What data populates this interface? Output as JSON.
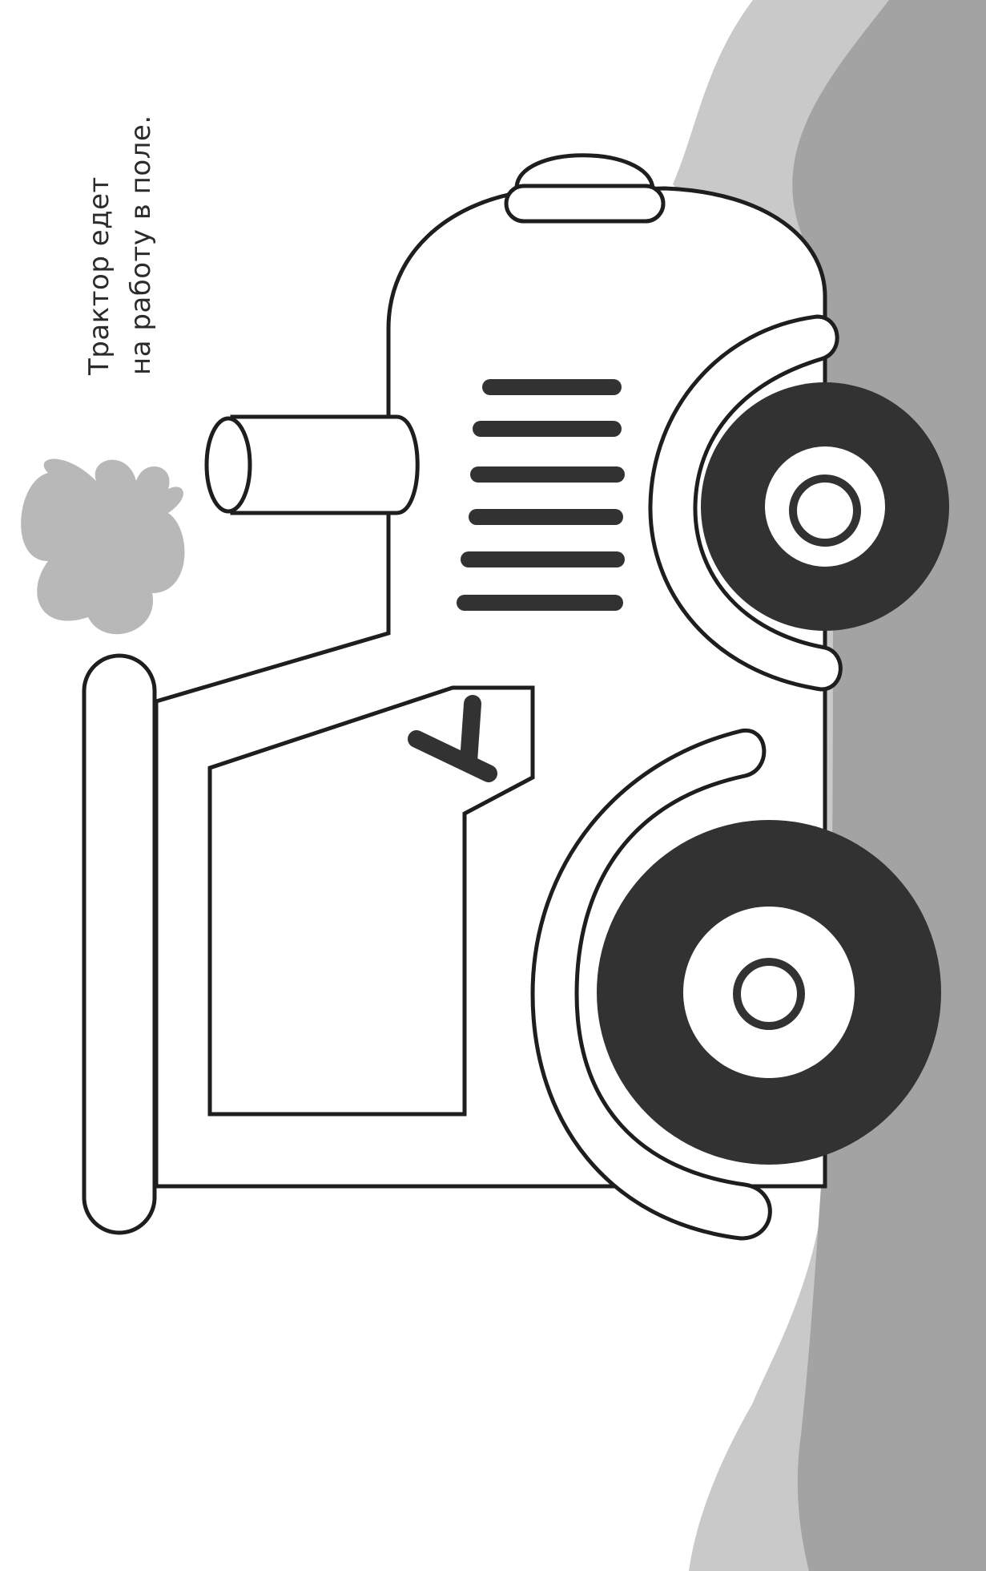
{
  "caption": {
    "line1": "Трактор едет",
    "line2": "на работу в поле."
  },
  "colors": {
    "outline": "#1e1e1e",
    "wheel": "#323232",
    "ground_light": "#c9c9c9",
    "ground_dark": "#a3a3a3",
    "smoke": "#b8b8b8",
    "paper": "#ffffff"
  },
  "illustration": {
    "subject": "tractor-coloring-page",
    "icons": [
      "tractor",
      "smoke-puff",
      "wheel",
      "exhaust-pipe",
      "steering-wheel",
      "ground"
    ]
  }
}
